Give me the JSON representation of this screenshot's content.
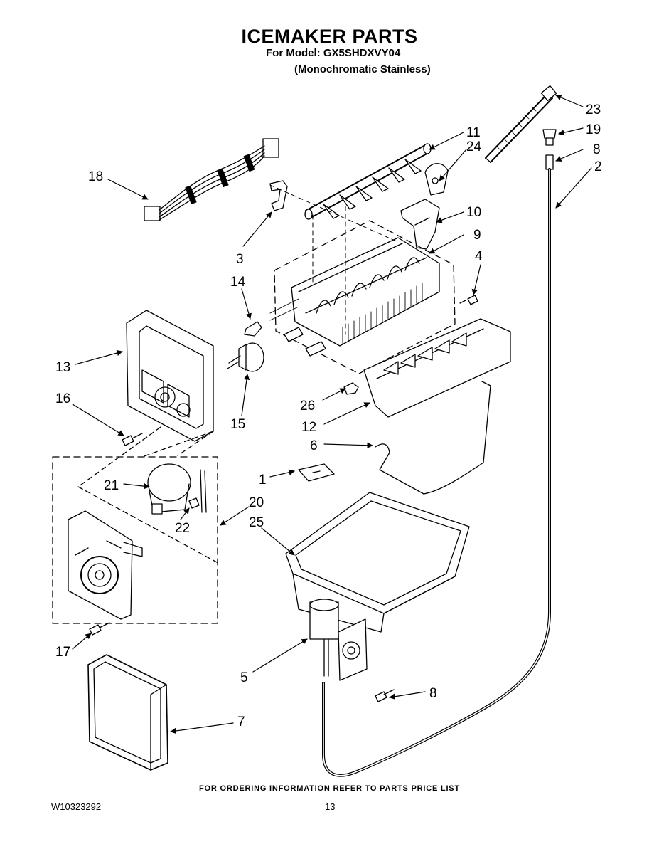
{
  "header": {
    "title": "ICEMAKER PARTS",
    "model_line": "For Model: GX5SHDXVY04",
    "variant_line": "(Monochromatic Stainless)"
  },
  "callouts": {
    "c1": "1",
    "c2": "2",
    "c3": "3",
    "c4": "4",
    "c5": "5",
    "c6": "6",
    "c7": "7",
    "c8a": "8",
    "c8b": "8",
    "c9": "9",
    "c10": "10",
    "c11": "11",
    "c12": "12",
    "c13": "13",
    "c14": "14",
    "c15": "15",
    "c16": "16",
    "c17": "17",
    "c18": "18",
    "c19": "19",
    "c20": "20",
    "c21": "21",
    "c22": "22",
    "c23": "23",
    "c24": "24",
    "c25": "25",
    "c26": "26"
  },
  "footer": {
    "ordering_note": "FOR ORDERING INFORMATION REFER TO PARTS PRICE LIST",
    "document_number": "W10323292",
    "page_number": "13"
  }
}
